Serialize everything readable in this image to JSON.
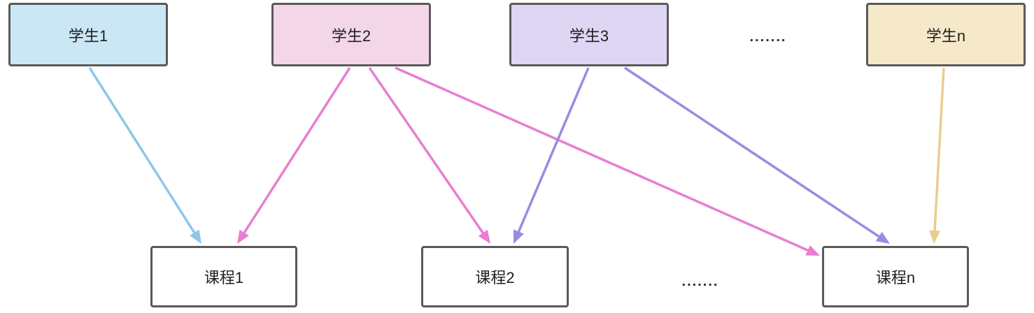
{
  "diagram": {
    "description": "many-to-many mapping between students and courses",
    "border_color": "#595959",
    "text_color": "#1f1f1f"
  },
  "students": [
    {
      "id": "student1",
      "label": "学生1",
      "fill": "#cbe7f6"
    },
    {
      "id": "student2",
      "label": "学生2",
      "fill": "#f3d7e9"
    },
    {
      "id": "student3",
      "label": "学生3",
      "fill": "#ded6f3"
    },
    {
      "id": "studentn",
      "label": "学生n",
      "fill": "#f6e9ca"
    }
  ],
  "courses": [
    {
      "id": "course1",
      "label": "课程1",
      "fill": "#ffffff"
    },
    {
      "id": "course2",
      "label": "课程2",
      "fill": "#ffffff"
    },
    {
      "id": "coursen",
      "label": "课程n",
      "fill": "#ffffff"
    }
  ],
  "ellipsis": {
    "top": ".......",
    "bottom": "......."
  },
  "edges": [
    {
      "from": "student1",
      "to": "course1",
      "color": "#8fc6ea"
    },
    {
      "from": "student2",
      "to": "course1",
      "color": "#e77ed2"
    },
    {
      "from": "student2",
      "to": "course2",
      "color": "#e77ed2"
    },
    {
      "from": "student2",
      "to": "coursen",
      "color": "#e77ed2"
    },
    {
      "from": "student3",
      "to": "course2",
      "color": "#9a8be0"
    },
    {
      "from": "student3",
      "to": "coursen",
      "color": "#9a8be0"
    },
    {
      "from": "studentn",
      "to": "coursen",
      "color": "#e9cd90"
    }
  ]
}
